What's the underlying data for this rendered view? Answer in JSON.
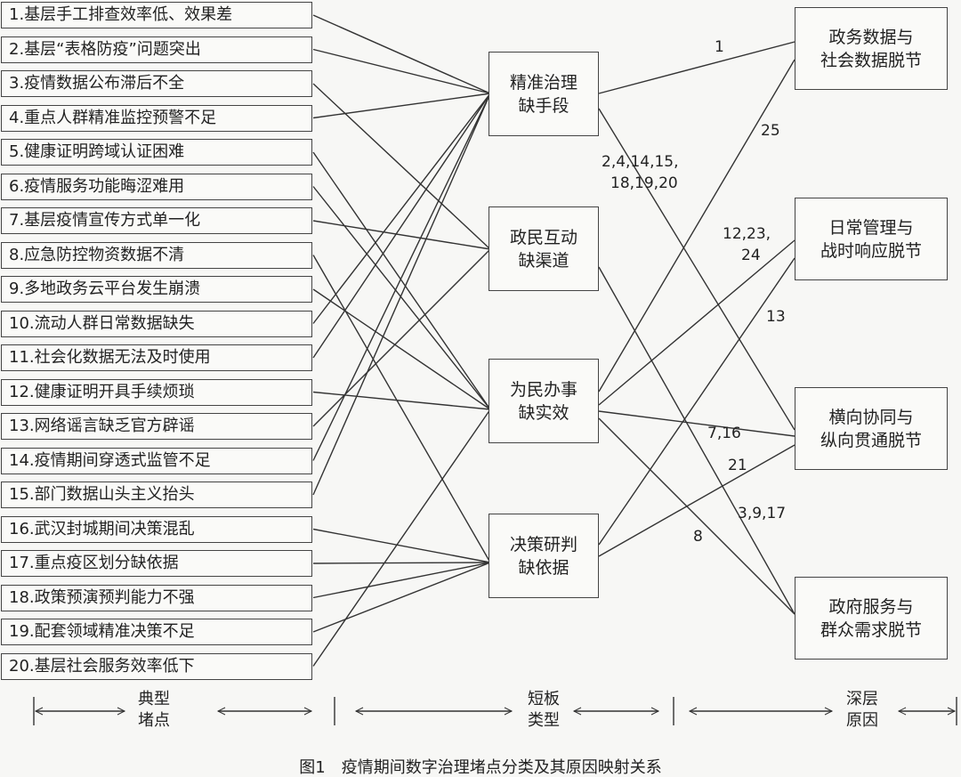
{
  "left_items": [
    "1.基层手工排查效率低、效果差",
    "2.基层“表格防疫”问题突出",
    "3.疫情数据公布滞后不全",
    "4.重点人群精准监控预警不足",
    "5.健康证明跨域认证困难",
    "6.疫情服务功能晦涩难用",
    "7.基层疫情宣传方式单一化",
    "8.应急防控物资数据不清",
    "9.多地政务云平台发生崩溃",
    "10.流动人群日常数据缺失",
    "11.社会化数据无法及时使用",
    "12.健康证明开具手续烦琐",
    "13.网络谣言缺乏官方辟谣",
    "14.疫情期间穿透式监管不足",
    "15.部门数据山头主义抬头",
    "16.武汉封城期间决策混乱",
    "17.重点疫区划分缺依据",
    "18.政策预演预判能力不强",
    "19.配套领域精准决策不足",
    "20.基层社会服务效率低下"
  ],
  "middle_items": [
    [
      "精准治理",
      "缺手段"
    ],
    [
      "政民互动",
      "缺渠道"
    ],
    [
      "为民办事",
      "缺实效"
    ],
    [
      "决策研判",
      "缺依据"
    ]
  ],
  "right_items": [
    [
      "政务数据与",
      "社会数据脱节"
    ],
    [
      "日常管理与",
      "战时响应脱节"
    ],
    [
      "横向协同与",
      "纵向贯通脱节"
    ],
    [
      "政府服务与",
      "群众需求脱节"
    ]
  ],
  "edge_labels": [
    "1",
    "25",
    "2,4,14,15,",
    "18,19,20",
    "12,23,",
    "24",
    "13",
    "7,16",
    "21",
    "3,9,17",
    "8"
  ],
  "legend": [
    [
      "典型",
      "堵点"
    ],
    [
      "短板",
      "类型"
    ],
    [
      "深层",
      "原因"
    ]
  ],
  "caption": "图1　疫情期间数字治理堵点分类及其原因映射关系"
}
